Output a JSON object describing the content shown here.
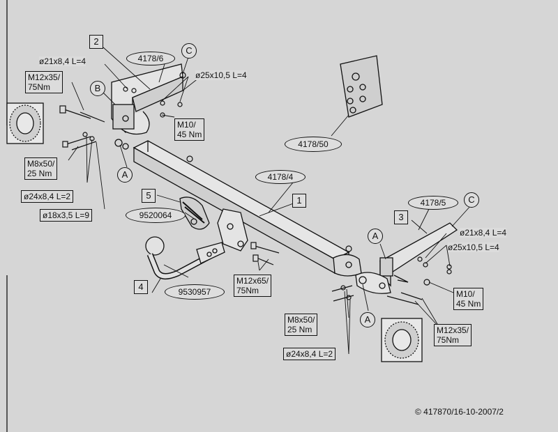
{
  "parts": {
    "p1": "1",
    "p2": "2",
    "p3": "3",
    "p4": "4",
    "p5": "5"
  },
  "codes": {
    "c4178_6": "4178/6",
    "c4178_4": "4178/4",
    "c4178_5": "4178/5",
    "c4178_50": "4178/50",
    "c9520064": "9520064",
    "c9530957": "9530957"
  },
  "callouts": {
    "a1": "A",
    "a2": "A",
    "a3": "A",
    "b1": "B",
    "c1": "C",
    "c2": "C"
  },
  "specs": {
    "washer_21_top": "ø21x8,4 L=4",
    "bolt_m12x35_left": "M12x35/\n75Nm",
    "washer_25_top": "ø25x10,5 L=4",
    "nut_m10_left": "M10/\n45 Nm",
    "bolt_m8x50_left": "M8x50/\n25 Nm",
    "washer_24_left": "ø24x8,4 L=2",
    "washer_18": "ø18x3,5 L=9",
    "washer_21_right": "ø21x8,4 L=4",
    "washer_25_right": "ø25x10,5 L=4",
    "bolt_m12x65": "M12x65/\n75Nm",
    "nut_m10_right": "M10/\n45 Nm",
    "bolt_m8x50_right": "M8x50/\n25 Nm",
    "bolt_m12x35_right": "M12x35/\n75Nm",
    "washer_24_bottom": "ø24x8,4 L=2"
  },
  "copyright": "© 417870/16-10-2007/2"
}
